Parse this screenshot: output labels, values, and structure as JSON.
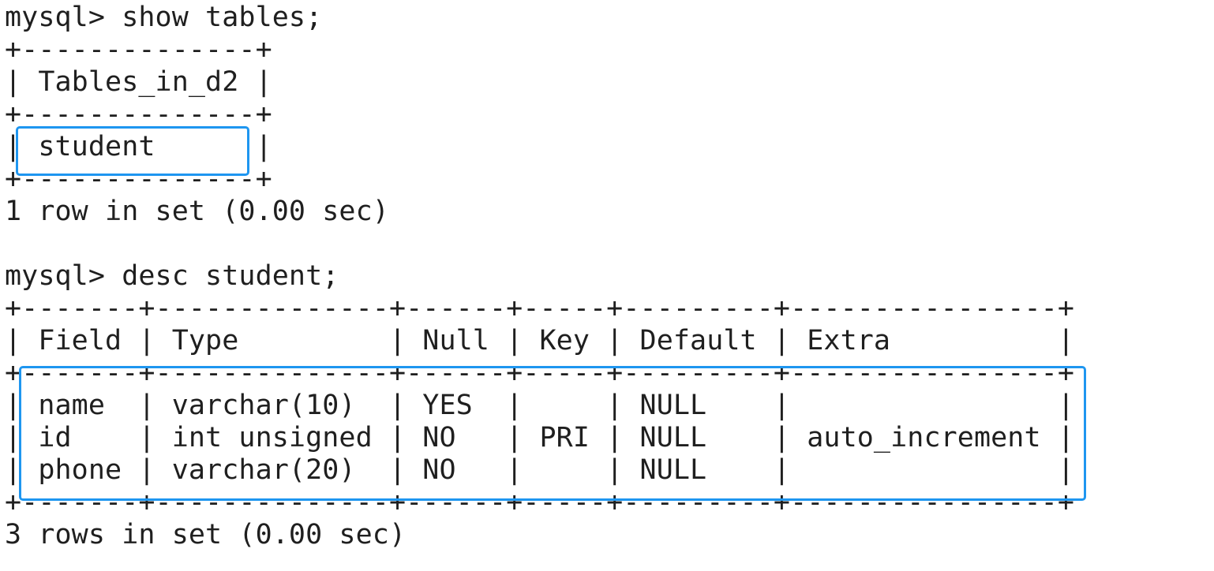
{
  "lines": [
    "mysql> show tables;",
    "+--------------+",
    "| Tables_in_d2 |",
    "+--------------+",
    "| student      |",
    "+--------------+",
    "1 row in set (0.00 sec)",
    "",
    "mysql> desc student;",
    "+-------+--------------+------+-----+---------+----------------+",
    "| Field | Type         | Null | Key | Default | Extra          |",
    "+-------+--------------+------+-----+---------+----------------+",
    "| name  | varchar(10)  | YES  |     | NULL    |                |",
    "| id    | int unsigned | NO   | PRI | NULL    | auto_increment |",
    "| phone | varchar(20)  | NO   |     | NULL    |                |",
    "+-------+--------------+------+-----+---------+----------------+",
    "3 rows in set (0.00 sec)"
  ],
  "highlight_color": "#1e96f0"
}
